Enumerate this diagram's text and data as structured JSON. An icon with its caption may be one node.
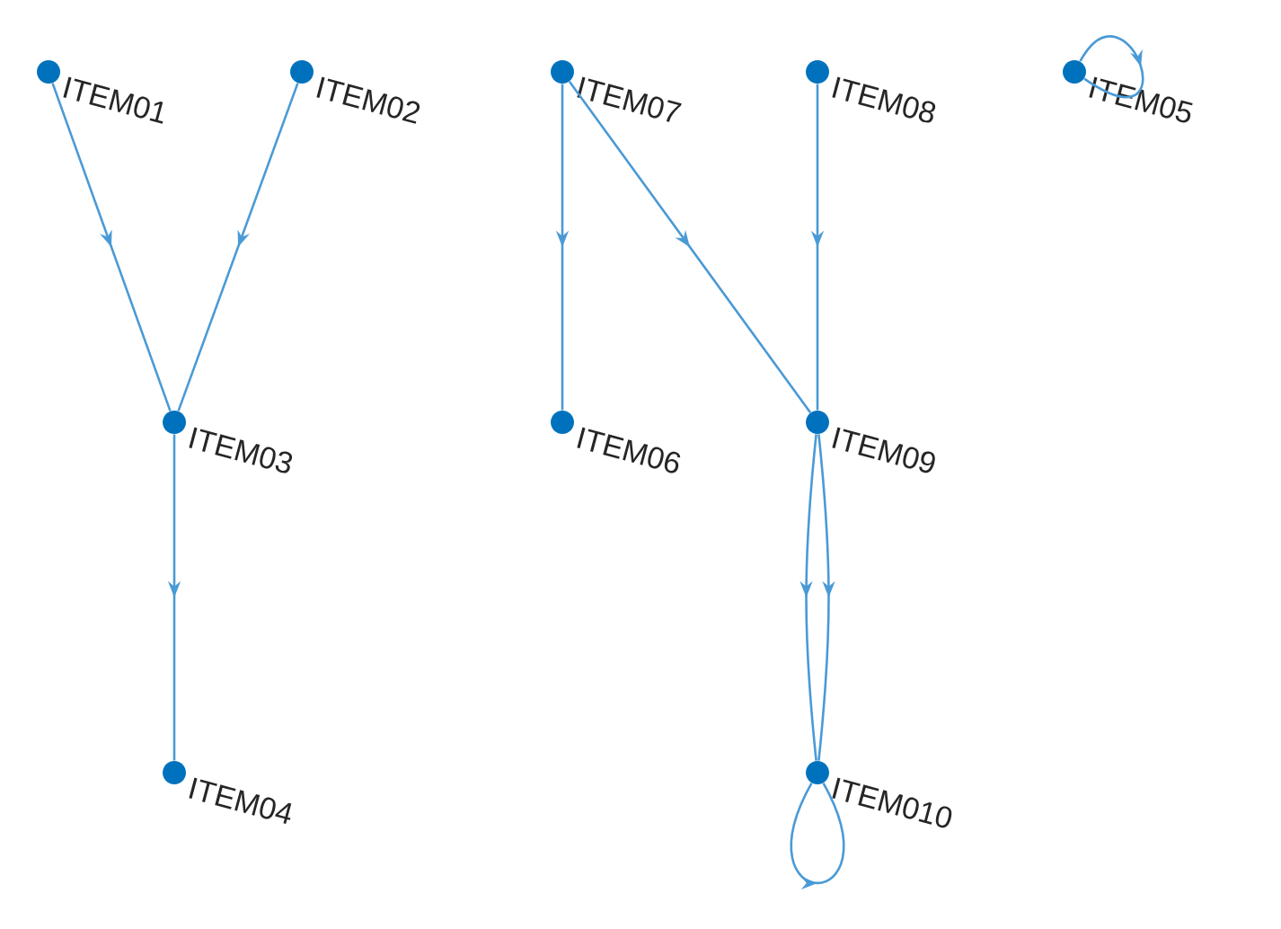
{
  "diagram": {
    "nodes": [
      {
        "text": [
          "ITEM01"
        ]
      },
      {
        "text": [
          "ITEM02"
        ]
      },
      {
        "text": [
          "ITEM07"
        ]
      },
      {
        "text": [
          "ITEM08"
        ]
      },
      {
        "text": [
          "ITEM05"
        ]
      },
      {
        "text": [
          "ITEM03"
        ]
      },
      {
        "text": [
          "ITEM06"
        ]
      },
      {
        "text": [
          "ITEM09"
        ]
      },
      {
        "text": [
          "ITEM04"
        ]
      },
      {
        "text": [
          "ITEM010"
        ]
      }
    ],
    "edges": [
      {
        "from": 0,
        "to": 5,
        "arrow": "to"
      },
      {
        "from": 1,
        "to": 5,
        "arrow": "to"
      },
      {
        "from": 5,
        "to": 8,
        "arrow": "to"
      },
      {
        "from": 2,
        "to": 6,
        "arrow": "to"
      },
      {
        "from": 2,
        "to": 7,
        "arrow": "to"
      },
      {
        "from": 3,
        "to": 7,
        "arrow": "to"
      },
      {
        "from": 7,
        "to": 9,
        "arrow": "to"
      },
      {
        "from": 7,
        "to": 9,
        "arrow": "to"
      },
      {
        "from": 9,
        "to": 9,
        "arrow": "to"
      },
      {
        "from": 4,
        "to": 4,
        "arrow": "to"
      }
    ]
  }
}
